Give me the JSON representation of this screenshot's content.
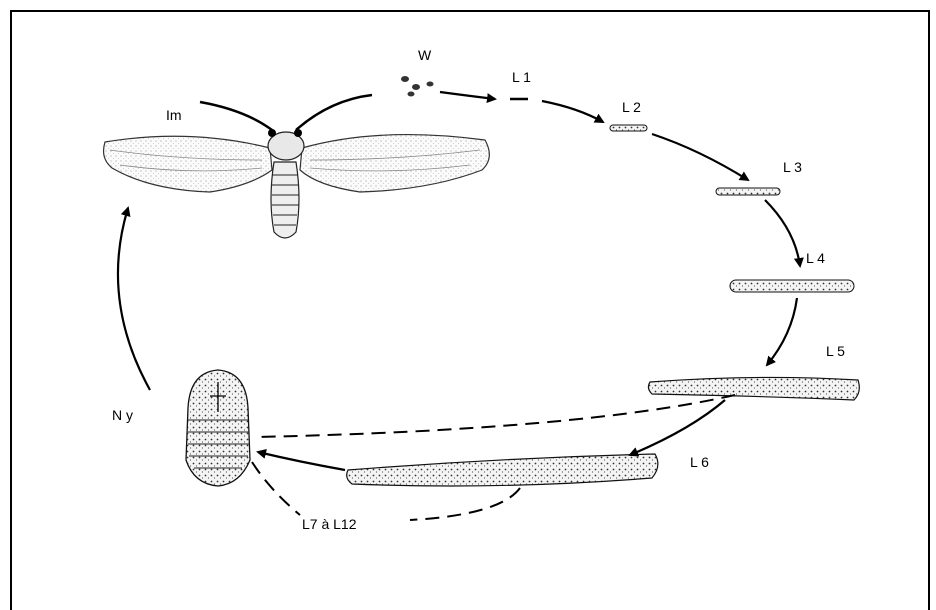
{
  "labels": {
    "egg": "W",
    "l1": "L 1",
    "l2": "L 2",
    "l3": "L 3",
    "l4": "L 4",
    "l5": "L 5",
    "l6": "L 6",
    "l7_l12": "L7 à L12",
    "nymph": "N y",
    "imago": "Im"
  }
}
